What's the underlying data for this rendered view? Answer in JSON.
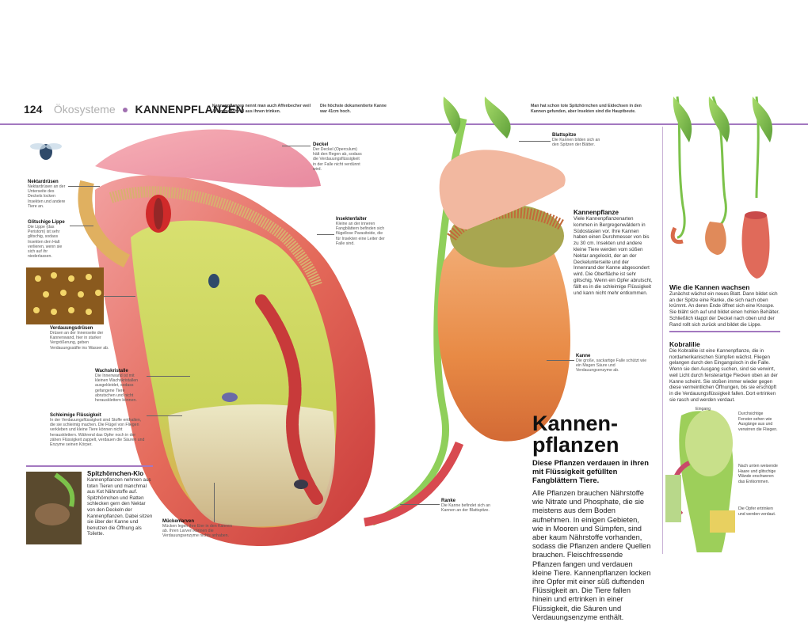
{
  "header": {
    "page_number": "124",
    "section": "Ökosysteme",
    "chapter": "KANNENPFLANZEN",
    "note1": "Kannenpflanzen nennt man auch Affenbecher weil Affen manchmal aus ihnen trinken.",
    "note2": "Die höchste dokumentierte Kanne war 41cm hoch.",
    "note3": "Man hat schon tote Spitzhörnchen und Eidechsen in den Kannen gefunden, aber Insekten sind die Hauptbeute."
  },
  "labels": {
    "nektar": {
      "title": "Nektardrüsen",
      "text": "Nektardrüsen an der Unterseite des Deckels locken Insekten und andere Tiere an."
    },
    "lippe": {
      "title": "Glitschige Lippe",
      "text": "Die Lippe (das Peristom) ist sehr glitschig, sodass Insekten den Halt verlieren, wenn sie sich auf ihr niederlassen."
    },
    "verdauung": {
      "title": "Verdauungsdrüsen",
      "text": "Drüsen an der Innenseite der Kannenwand, hier in starker Vergrößerung, geben Verdauungssäfte ins Wasser ab."
    },
    "wachs": {
      "title": "Wachskristalle",
      "text": "Die Innenwand ist mit kleinen Wachskristallen ausgekleidet, sodass gefangene Tiere abrutschen und nicht herausklettern können."
    },
    "schleim": {
      "title": "Schleimige Flüssigkeit",
      "text": "In der Verdauungsflüssigkeit sind Stoffe enthalten, die sie schleimig machen. Die Flügel von Fliegen verkleben und kleine Tiere können nicht herausklettern. Während das Opfer noch in der zähen Flüssigkeit zappelt, verdauen die Säuren und Enzyme seinen Körper."
    },
    "deckel": {
      "title": "Deckel",
      "text": "Der Deckel (Operculum) hält den Regen ab, sodass die Verdauungsflüssigkeit in der Falle nicht verdünnt wird."
    },
    "insekt": {
      "title": "Insektenfalter",
      "text": "Kleine an der inneren Fangblättern befinden sich flügellose Parasitoide, die für Insekten eine Leiter der Falle sind."
    },
    "muecke": {
      "title": "Mückenlarven",
      "text": "Mücken legen ihre Eier in den Kannen ab. Ihren Larven können die Verdauungsenzyme nichts anhaben."
    },
    "blatt": {
      "title": "Blattspitze",
      "text": "Die Kannen bilden sich an den Spitzen der Blätter."
    },
    "kanne": {
      "title": "Kanne",
      "text": "Die große, sackartige Falle schützt wie ein Magen Säure und Verdauungsenzyme ab."
    },
    "ranke": {
      "title": "Ranke",
      "text": "Die Kanne befindet sich an Kannen an der Blattspitze."
    }
  },
  "boxes": {
    "kannenpflanze": {
      "title": "Kannenpflanze",
      "text": "Viele Kannenpflanzenarten kommen in Bergregenwäldern in Südostasien vor. Ihre Kannen haben einen Durchmesser von bis zu 30 cm. Insekten und andere kleine Tiere werden vom süßen Nektar angelockt, der an der Deckelunterseite und der Innenrand der Kanne abgesondert wird. Die Oberfläche ist sehr glitschig. Wenn ein Opfer abrutscht, fällt es in die schleimige Flüssigkeit und kann nicht mehr entkommen."
    },
    "spitz": {
      "title": "Spitzhörnchen-Klo",
      "text": "Kannenpflanzen nehmen aus toten Tieren und manchmal aus Kot Nährstoffe auf. Spitzhörnchen und Ratten schlecken gern den Nektar von den Deckeln der Kannenpflanzen. Dabei sitzen sie über der Kanne und benutzen die Öffnung als Toilette."
    },
    "wachsen": {
      "title": "Wie die Kannen wachsen",
      "text": "Zunächst wächst ein neues Blatt. Dann bildet sich an der Spitze eine Ranke, die sich nach oben krümmt. An deren Ende öffnet sich eine Knospe. Sie bläht sich auf und bildet einen hohlen Behälter. Schließlich klappt der Deckel nach oben und der Rand rollt sich zurück und bildet die Lippe."
    },
    "kobra": {
      "title": "Kobralilie",
      "text": "Die Kobralilie ist eine Kannenpflanze, die in nordamerikanischen Sümpfen wächst. Fliegen gelangen durch den Eingangsloch in die Falle. Wenn sie den Ausgang suchen, sind sie verwirrt, weil Licht durch fensterartige Flecken oben an der Kanne scheint. Sie stoßen immer wieder gegen diese vermeintlichen Öffnungen, bis sie erschöpft in die Verdauungsflüssigkeit fallen. Dort ertrinken sie rasch und werden verdaut."
    }
  },
  "main": {
    "title_line1": "Kannen-",
    "title_line2": "pflanzen",
    "lead": "Diese Pflanzen verdauen in ihren mit Flüssigkeit gefüllten Fangblättern Tiere.",
    "body": "Alle Pflanzen brauchen Nährstoffe wie Nitrate und Phosphate, die sie meistens aus dem Boden aufnehmen. In einigen Gebieten, wie in Mooren und Sümpfen, sind aber kaum Nährstoffe vorhanden, sodass die Pflanzen andere Quellen brauchen. Fleischfressende Pflanzen fangen und verdauen kleine Tiere. Kannenpflanzen locken ihre Opfer mit einer süß duftenden Flüssigkeit an. Die Tiere fallen hinein und ertrinken in einer Flüssigkeit, die Säuren und Verdauungsenzyme enthält."
  },
  "cobra_labels": {
    "eingang": "Eingang",
    "fenster": "Durchsichtige Fenster sehen wie Ausgänge aus und verwirren die Fliegen.",
    "haare": "Nach unten weisende Haare und glitschige Wände erschweren das Entkommen.",
    "opfer": "Die Opfer ertrinken und werden verdaut."
  },
  "colors": {
    "accent": "#a378c0",
    "pitcher_red": "#d9404a",
    "pitcher_orange": "#e8944a",
    "leaf_green": "#7cc24a"
  }
}
